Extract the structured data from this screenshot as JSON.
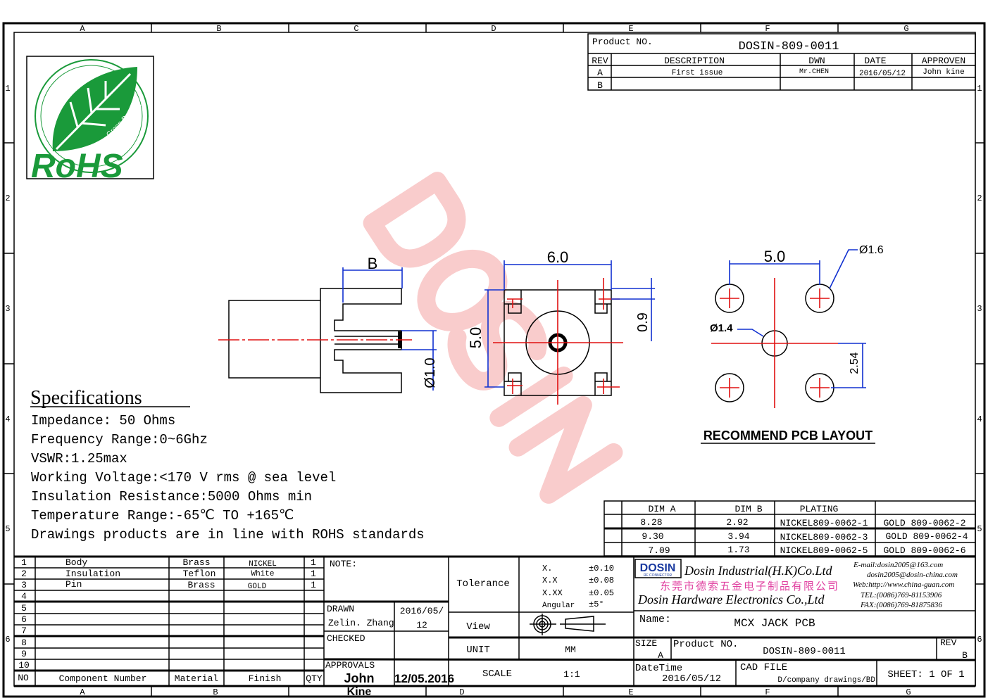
{
  "frame": {
    "columns": [
      "A",
      "B",
      "C",
      "D",
      "E",
      "F",
      "G"
    ],
    "rows": [
      "1",
      "2",
      "3",
      "4",
      "5",
      "6"
    ]
  },
  "logo": {
    "text": "RoHS",
    "subtext": "Green Product",
    "color": "#1a9a3a"
  },
  "watermark": {
    "text": "DOSIN",
    "color": "#f4a0a0"
  },
  "revision_block": {
    "product_no_label": "Product NO.",
    "product_no": "DOSIN-809-0011",
    "headers": [
      "REV",
      "DESCRIPTION",
      "DWN",
      "DATE",
      "APPROVEN"
    ],
    "rows": [
      [
        "A",
        "First issue",
        "Mr.CHEN",
        "2016/05/12",
        "John kine"
      ],
      [
        "B",
        "",
        "",
        "",
        ""
      ]
    ]
  },
  "drawing": {
    "dim_b": "B",
    "dim_pin": "Ø1.0",
    "dim_width": "6.0",
    "dim_height": "5.0",
    "dim_pad": "0.9",
    "pcb_dim_width": "5.0",
    "pcb_dim_pitch": "2.54",
    "pcb_hole_large": "Ø1.6",
    "pcb_hole_center": "Ø1.4",
    "pcb_title": "RECOMMEND PCB LAYOUT"
  },
  "specifications": {
    "title": "Specifications",
    "lines": [
      "Impedance: 50 Ohms",
      "Frequency Range:0~6Ghz",
      "VSWR:1.25max",
      "Working Voltage:<170 V rms @ sea level",
      "Insulation Resistance:5000 Ohms min",
      "Temperature Range:-65℃ TO +165℃",
      "Drawings products are in line with ROHS standards"
    ]
  },
  "dim_table": {
    "headers": [
      "",
      "DIM A",
      "DIM B",
      "PLATING",
      ""
    ],
    "rows": [
      [
        "",
        "8.28",
        "2.92",
        "NICKEL809-0062-1",
        "GOLD 809-0062-2"
      ],
      [
        "",
        "9.30",
        "3.94",
        "NICKEL809-0062-3",
        "GOLD 809-0062-4"
      ],
      [
        "",
        "7.09",
        "1.73",
        "NICKEL809-0062-5",
        "GOLD 809-0062-6"
      ]
    ]
  },
  "bom": {
    "rows": [
      [
        "1",
        "Body",
        "Brass",
        "NICKEL",
        "1"
      ],
      [
        "2",
        "Insulation",
        "Teflon",
        "White",
        "1"
      ],
      [
        "3",
        "Pin",
        "Brass",
        "GOLD",
        "1"
      ],
      [
        "4",
        "",
        "",
        "",
        ""
      ],
      [
        "5",
        "",
        "",
        "",
        ""
      ],
      [
        "6",
        "",
        "",
        "",
        ""
      ],
      [
        "7",
        "",
        "",
        "",
        ""
      ],
      [
        "8",
        "",
        "",
        "",
        ""
      ],
      [
        "9",
        "",
        "",
        "",
        ""
      ],
      [
        "10",
        "",
        "",
        "",
        ""
      ]
    ],
    "headers": [
      "NO",
      "Component Number",
      "Material",
      "Finish",
      "QTY"
    ]
  },
  "approvals": {
    "note_label": "NOTE:",
    "drawn_label": "DRAWN",
    "drawn_by": "Zelin. Zhang",
    "drawn_date_1": "2016/05/",
    "drawn_date_2": "12",
    "checked_label": "CHECKED",
    "approvals_label": "APPROVALS",
    "approved_by_1": "John",
    "approved_by_2": "Kine",
    "approved_date": "12/05.2016"
  },
  "tolerance": {
    "label": "Tolerance",
    "rows": [
      [
        "X.",
        "±0.10"
      ],
      [
        "X.X",
        "±0.08"
      ],
      [
        "X.XX",
        "±0.05"
      ],
      [
        "Angular",
        "±5°"
      ]
    ],
    "view_label": "View",
    "unit_label": "UNIT",
    "unit": "MM",
    "scale_label": "SCALE",
    "scale": "1:1"
  },
  "company": {
    "logo": "DOSIN",
    "logo_sub": "RF CONNECTOR",
    "name_hk": "Dosin Industrial(H.K)Co.Ltd",
    "name_cn": "东莞市德索五金电子制品有限公司",
    "name_en": "Dosin Hardware Electronics Co.,Ltd",
    "email_1": "E-mail:dosin2005@163.com",
    "email_2": "dosin2005@dosin-china.com",
    "web": "Web:http://www.china-guan.com",
    "tel": "TEL:(0086)769-81153906",
    "fax": "FAX:(0086)769-81875836",
    "brand_color": "#1a3aa0",
    "cn_color": "#e040a0"
  },
  "title_block": {
    "name_label": "Name:",
    "name": "MCX JACK  PCB",
    "size_label": "SIZE",
    "size": "A",
    "product_no_label": "Product NO.",
    "product_no": "DOSIN-809-0011",
    "rev_label": "REV",
    "rev": "B",
    "datetime_label": "DateTime",
    "datetime": "2016/05/12",
    "cad_label": "CAD FILE",
    "cad_path": "D/company drawings/BD",
    "sheet": "SHEET:  1 OF  1"
  }
}
